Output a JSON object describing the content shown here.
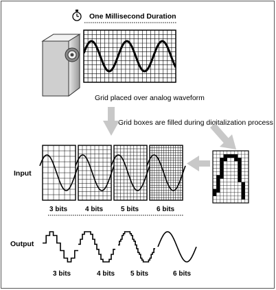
{
  "title": "One Millisecond Duration",
  "caption_grid": "Grid placed over analog waveform",
  "caption_fill": "Grid boxes are filled during digitalization process",
  "row_labels": {
    "input": "Input",
    "output": "Output"
  },
  "input_panels": [
    {
      "label": "3 bits",
      "levels": 8
    },
    {
      "label": "4 bits",
      "levels": 16
    },
    {
      "label": "5 bits",
      "levels": 32
    },
    {
      "label": "6 bits",
      "levels": 64
    }
  ],
  "output_labels": [
    "3 bits",
    "4 bits",
    "5 bits",
    "6 bits"
  ],
  "icons": [
    "stopwatch-icon",
    "speaker-icon",
    "arrow-down-icon",
    "arrow-left-icon",
    "arrow-diagonal-icon"
  ]
}
